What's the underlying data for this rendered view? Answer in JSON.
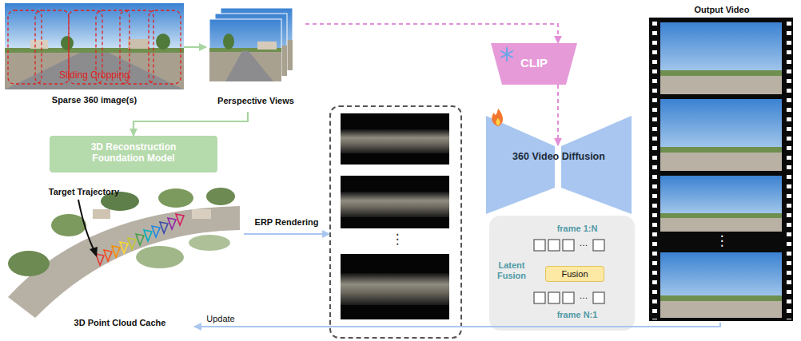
{
  "diagram": {
    "nodes": [
      {
        "text": [
          "Sliding Cropping",
          "Sparse 360 image(s)"
        ]
      },
      {
        "text": [
          "Perspective Views"
        ]
      },
      {
        "text": [
          "3D Reconstruction Foundation Model"
        ]
      },
      {
        "text": [
          "Target Trajectory",
          "3D Point Cloud Cache"
        ]
      },
      {
        "text": [
          "⋮"
        ]
      },
      {
        "text": [
          "CLIP"
        ]
      },
      {
        "text": [
          "360 Video Diffusion"
        ]
      },
      {
        "text": [
          "Latent Fusion",
          "frame 1:N",
          "…",
          "…",
          "frame N:1"
        ]
      },
      {
        "text": [
          "Fusion"
        ],
        "in": 7
      },
      {
        "text": [
          "Output Video",
          "⋮"
        ]
      }
    ],
    "edges": [
      {
        "from": 0,
        "to": 1,
        "arrow": "to"
      },
      {
        "from": 1,
        "to": 2,
        "arrow": "to"
      },
      {
        "from": 3,
        "to": 4,
        "label": "ERP Rendering",
        "arrow": "to"
      },
      {
        "from": 1,
        "to": 5,
        "arrow": "to"
      },
      {
        "from": 5,
        "to": 6,
        "arrow": "to"
      },
      {
        "from": 9,
        "to": 3,
        "label": "Update",
        "arrow": "to"
      }
    ]
  }
}
